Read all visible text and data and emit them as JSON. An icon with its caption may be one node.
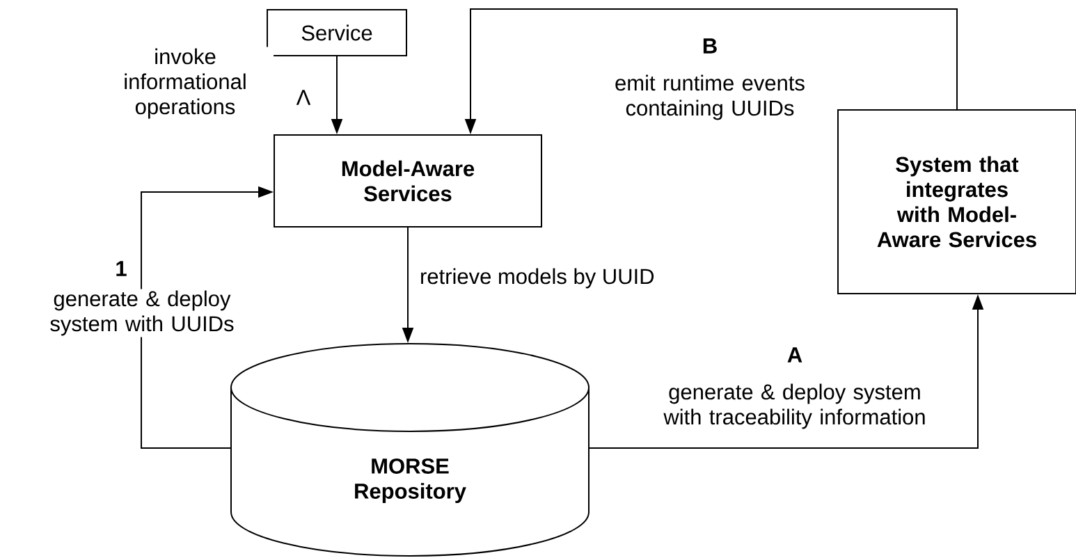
{
  "diagram": {
    "nodes": [
      {
        "text": [
          "Service"
        ]
      },
      {
        "text": [
          "Model-Aware Services"
        ]
      },
      {
        "text": [
          "System that integrates with Model-Aware Services"
        ]
      },
      {
        "text": [
          "MORSE Repository"
        ]
      }
    ],
    "edges": [
      {
        "from": 0,
        "to": 1,
        "arrow": "to",
        "label": "invoke informational operations"
      },
      {
        "from": 2,
        "to": 1,
        "arrow": "to",
        "label": "emit runtime events containing UUIDs"
      },
      {
        "from": 3,
        "to": 1,
        "arrow": "to",
        "label": "generate & deploy system with UUIDs"
      },
      {
        "from": 1,
        "to": 3,
        "arrow": "to",
        "label": "retrieve models by UUID"
      },
      {
        "from": 3,
        "to": 2,
        "arrow": "to",
        "label": "generate & deploy system with traceability information"
      }
    ],
    "labels": [
      "B",
      "Λ",
      "1",
      "A"
    ]
  }
}
